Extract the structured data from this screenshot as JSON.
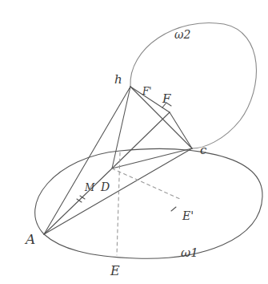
{
  "diagram": {
    "labels": [
      "ω2",
      "h",
      "F'",
      "F",
      "c",
      "M",
      "D",
      "A",
      "E'",
      "E",
      "ω1"
    ]
  }
}
